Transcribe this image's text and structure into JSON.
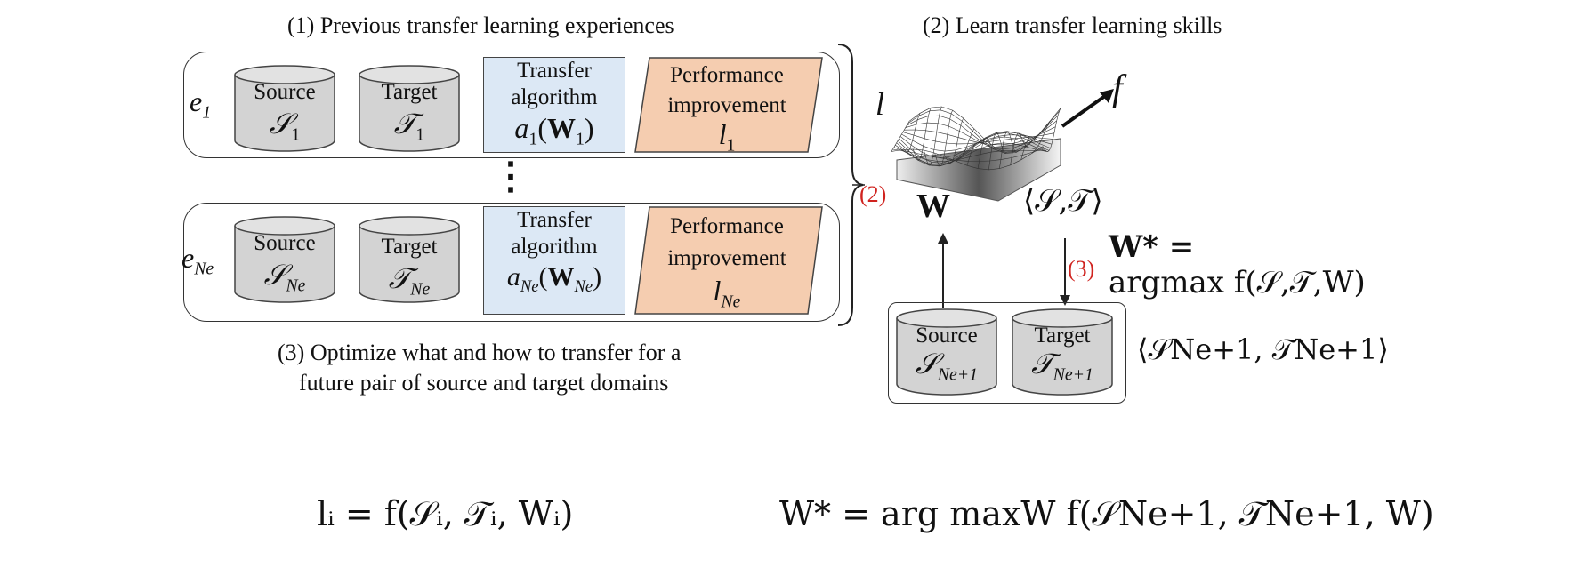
{
  "headings": {
    "left": "(1) Previous transfer learning experiences",
    "right": "(2) Learn transfer learning skills",
    "bottom_line1": "(3) Optimize what and how to transfer for a",
    "bottom_line2": "future pair of source and target domains"
  },
  "rows": [
    {
      "label_base": "e",
      "label_sub": "1",
      "source_label": "Source",
      "source_sym": "𝒮",
      "source_sub": "1",
      "target_label": "Target",
      "target_sym": "𝒯",
      "target_sub": "1",
      "algo_line1": "Transfer",
      "algo_line2": "algorithm",
      "algo_a": "a",
      "algo_a_sub": "1",
      "algo_w": "W",
      "algo_w_sub": "1",
      "perf_line1": "Performance",
      "perf_line2": "improvement",
      "perf_l": "l",
      "perf_l_sub": "1"
    },
    {
      "label_base": "e",
      "label_sub": "Ne",
      "source_label": "Source",
      "source_sym": "𝒮",
      "source_sub": "Ne",
      "target_label": "Target",
      "target_sym": "𝒯",
      "target_sub": "Ne",
      "algo_line1": "Transfer",
      "algo_line2": "algorithm",
      "algo_a": "a",
      "algo_a_sub": "Ne",
      "algo_w": "W",
      "algo_w_sub": "Ne",
      "perf_line1": "Performance",
      "perf_line2": "improvement",
      "perf_l": "l",
      "perf_l_sub": "Ne"
    }
  ],
  "ellipsis": "⋮",
  "surface": {
    "l_axis": "l",
    "w_axis": "W",
    "st_axis": "⟨𝒮,𝒯⟩",
    "f_label": "f"
  },
  "step2_marker": "(2)",
  "step3_marker": "(3)",
  "optimum": {
    "line1": "W* =",
    "line2": "argmax f(𝒮,𝒯,W)"
  },
  "new_pair": {
    "source_label": "Source",
    "source_sym": "𝒮",
    "source_sub": "Ne+1",
    "target_label": "Target",
    "target_sym": "𝒯",
    "target_sub": "Ne+1",
    "tuple": "⟨𝒮Ne+1, 𝒯Ne+1⟩"
  },
  "equations": {
    "left": "lᵢ = f(𝒮ᵢ, 𝒯ᵢ, Wᵢ)",
    "right": "W* = arg maxW f(𝒮Ne+1, 𝒯Ne+1, W)"
  },
  "colors": {
    "algo_fill": "#dce8f5",
    "perf_fill": "#f5cdb0",
    "cylinder_fill": "#d3d3d3",
    "marker_red": "#d0231f"
  }
}
